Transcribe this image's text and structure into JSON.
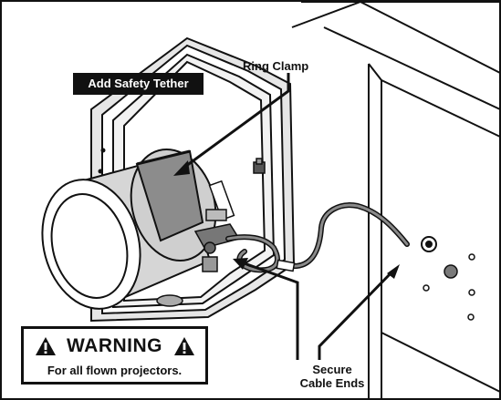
{
  "labels": {
    "safety_tether": "Add Safety Tether",
    "ring_clamp": "Ring Clamp",
    "secure_line1": "Secure",
    "secure_line2": "Cable Ends"
  },
  "warning": {
    "title": "WARNING",
    "subtitle": "For all flown projectors."
  },
  "icons": [
    "warning-triangle-icon"
  ],
  "colors": {
    "ink": "#111111",
    "paper": "#ffffff",
    "shade": "#c8c8c8"
  }
}
